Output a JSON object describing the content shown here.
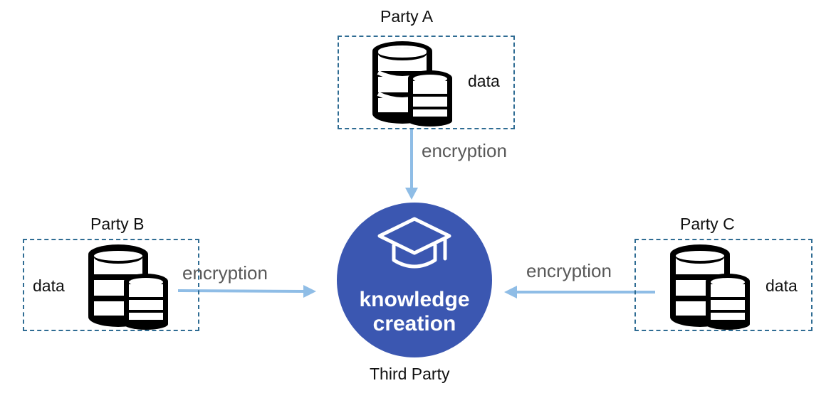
{
  "party_a": {
    "title": "Party A",
    "data_label": "data",
    "icon": "database-icon"
  },
  "party_b": {
    "title": "Party B",
    "data_label": "data",
    "icon": "database-icon"
  },
  "party_c": {
    "title": "Party C",
    "data_label": "data",
    "icon": "database-icon"
  },
  "edges": {
    "a_label": "encryption",
    "b_label": "encryption",
    "c_label": "encryption"
  },
  "center": {
    "line1": "knowledge",
    "line2": "creation",
    "caption": "Third Party",
    "icon": "graduation-cap-icon"
  },
  "colors": {
    "box_border": "#2f6c93",
    "arrow": "#8fbde6",
    "circle": "#3b57b1",
    "label_gray": "#595959"
  }
}
